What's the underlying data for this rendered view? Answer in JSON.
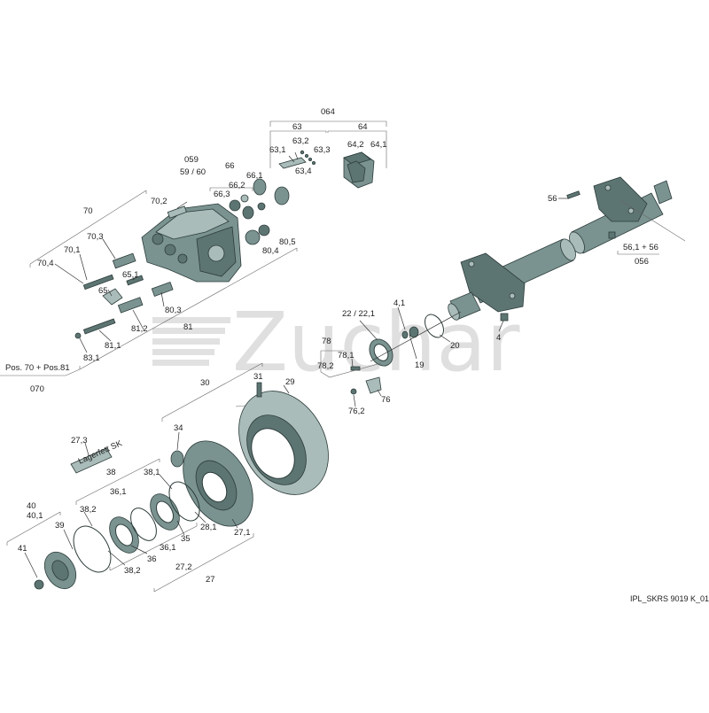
{
  "watermark": "Zuchar",
  "drawing_code": "IPL_SKRS 9019 K_01",
  "colors": {
    "part_fill": "#7a9390",
    "part_dark": "#5d7572",
    "part_light": "#a9bcb9",
    "outline": "#2c3c3a"
  },
  "labels": {
    "l064": "064",
    "l63": "63",
    "l64": "64",
    "l63_1": "63,1",
    "l63_2": "63,2",
    "l63_3": "63,3",
    "l63_4": "63,4",
    "l64_1": "64,1",
    "l64_2": "64,2",
    "l059": "059",
    "l59_60": "59 / 60",
    "l66": "66",
    "l66_1": "66,1",
    "l66_2": "66,2",
    "l66_3": "66,3",
    "l70": "70",
    "l70_1": "70,1",
    "l70_2": "70,2",
    "l70_3": "70,3",
    "l70_4": "70,4",
    "l65": "65",
    "l65_1": "65,1",
    "l80_3": "80,3",
    "l80_4": "80,4",
    "l80_5": "80,5",
    "l81": "81",
    "l81_1": "81,1",
    "l81_2": "81,2",
    "l83_1": "83,1",
    "pos": "Pos. 70 + Pos.81",
    "l070": "070",
    "l56": "56",
    "l56_1": "56,1 + 56",
    "l056": "056",
    "l22": "22 / 22,1",
    "l4_1": "4,1",
    "l20": "20",
    "l4": "4",
    "l19": "19",
    "l78": "78",
    "l78_1": "78,1",
    "l78_2": "78,2",
    "l76": "76",
    "l76_2": "76,2",
    "l30": "30",
    "l31": "31",
    "l29": "29",
    "l34": "34",
    "l27_3": "27,3",
    "tube_text": "Lagerfett SK",
    "l38": "38",
    "l38_1": "38,1",
    "l38_2": "38,2",
    "l38_2b": "38,2",
    "l40": "40",
    "l40_1": "40,1",
    "l39": "39",
    "l41": "41",
    "l36": "36",
    "l36_1": "36,1",
    "l36_1b": "36,1",
    "l35": "35",
    "l28_1": "28,1",
    "l27_1": "27,1",
    "l27_2": "27,2",
    "l27": "27"
  }
}
